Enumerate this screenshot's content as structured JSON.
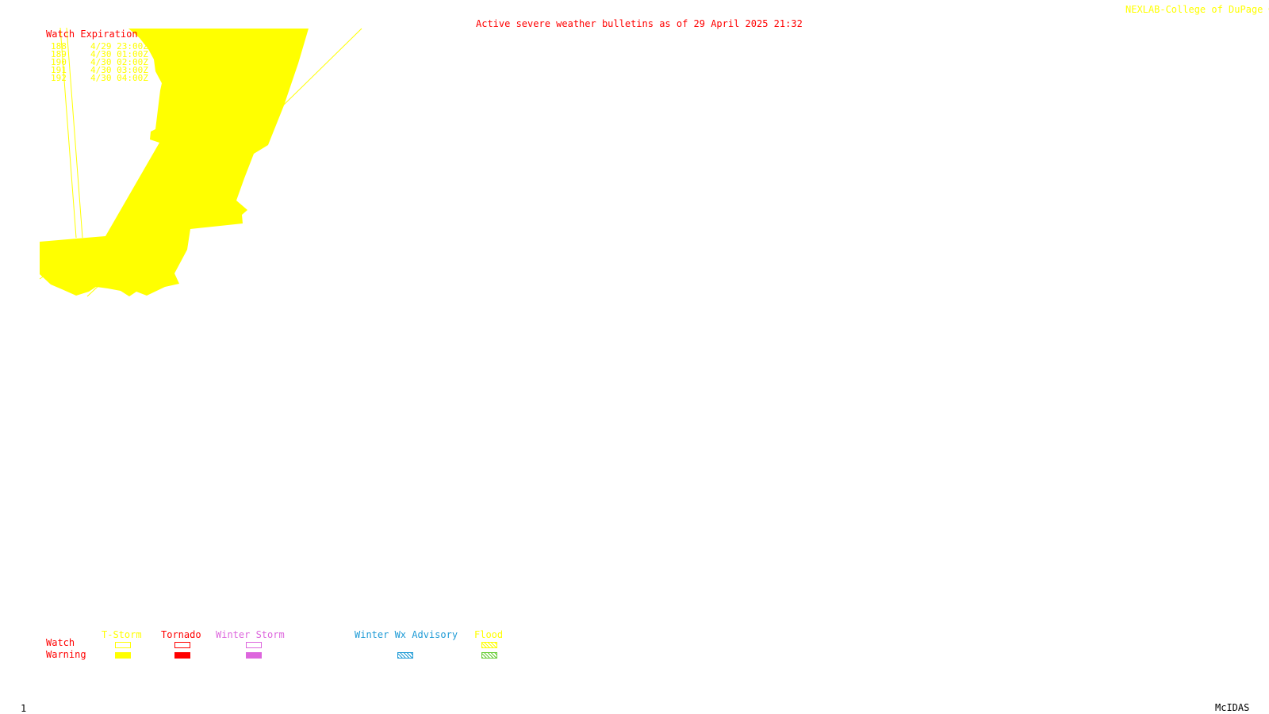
{
  "header": {
    "credit": "NEXLAB-College of DuPage ®",
    "title": "Active severe weather bulletins as of 29 April 2025 21:32"
  },
  "watch_table": {
    "heading": "Watch Expiration",
    "rows": [
      {
        "number": "188",
        "expires": "4/29 23:00Z"
      },
      {
        "number": "189",
        "expires": "4/30 01:00Z"
      },
      {
        "number": "190",
        "expires": "4/30 02:00Z"
      },
      {
        "number": "191",
        "expires": "4/30 03:00Z"
      },
      {
        "number": "192",
        "expires": "4/30 04:00Z"
      }
    ]
  },
  "legend": {
    "row_labels": {
      "watch": "Watch",
      "warning": "Warning"
    },
    "columns": [
      {
        "label": "T-Storm",
        "color": "#ffff00",
        "watch_style": "outline",
        "warning_style": "solid"
      },
      {
        "label": "Tornado",
        "color": "#ff0000",
        "watch_style": "outline",
        "warning_style": "solid"
      },
      {
        "label": "Winter Storm",
        "color": "#dd66dd",
        "watch_style": "outline",
        "warning_style": "solid"
      },
      {
        "label": "Winter Wx Advisory",
        "color": "#1f9bd6",
        "watch_style": "none",
        "warning_style": "hatched"
      },
      {
        "label": "Flood",
        "color": "#ffff00",
        "warning_color": "#66cc33",
        "watch_style": "hatched",
        "warning_style": "hatched"
      }
    ]
  },
  "footer": {
    "frame_number": "1",
    "software": "McIDAS"
  },
  "colors": {
    "watch_fill": "#ffff00",
    "title_text": "#ff0000",
    "credit_text": "#ffff00",
    "background": "#ffffff"
  }
}
